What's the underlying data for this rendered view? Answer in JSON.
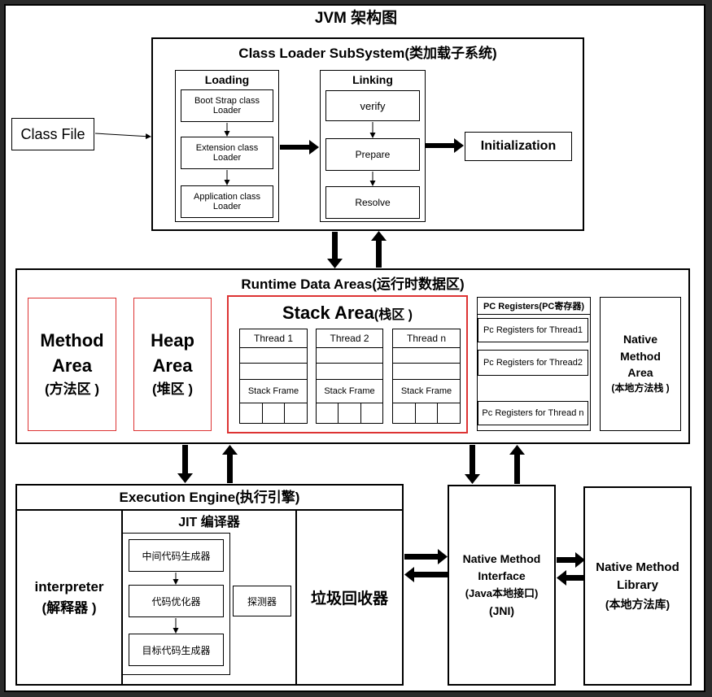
{
  "title": "JVM 架构图",
  "class_file": "Class File",
  "class_loader": {
    "title": "Class Loader SubSystem(类加载子系统)",
    "loading": {
      "title": "Loading",
      "items": [
        "Boot Strap class Loader",
        "Extension class Loader",
        "Application class Loader"
      ]
    },
    "linking": {
      "title": "Linking",
      "items": [
        "verify",
        "Prepare",
        "Resolve"
      ]
    },
    "initialization": "Initialization"
  },
  "runtime": {
    "title": "Runtime Data Areas(运行时数据区)",
    "method_area": {
      "line1": "Method",
      "line2": "Area",
      "line3": "(方法区 )"
    },
    "heap_area": {
      "line1": "Heap",
      "line2": "Area",
      "line3": "(堆区 )"
    },
    "stack_area": {
      "title": "Stack Area",
      "title_cn": "(栈区 )",
      "threads": [
        "Thread 1",
        "Thread 2",
        "Thread n"
      ],
      "frame": "Stack Frame"
    },
    "pc": {
      "title": "PC Registers(PC寄存器)",
      "items": [
        "Pc Registers for Thread1",
        "Pc Registers for Thread2",
        "Pc Registers for Thread n"
      ]
    },
    "native_stack": {
      "line1": "Native",
      "line2": "Method",
      "line3": "Area",
      "line4": "(本地方法栈 )"
    }
  },
  "execution": {
    "title": "Execution Engine(执行引擎)",
    "interpreter": {
      "line1": "interpreter",
      "line2": "(解释器 )"
    },
    "jit": {
      "title": "JIT 编译器",
      "items": [
        "中间代码生成器",
        "代码优化器",
        "目标代码生成器"
      ],
      "profiler": "探测器"
    },
    "gc": "垃圾回收器"
  },
  "jni": {
    "line1": "Native Method",
    "line2": "Interface",
    "line3": "(Java本地接口)",
    "line4": "(JNI)"
  },
  "library": {
    "line1": "Native Method",
    "line2": "Library",
    "line3": "(本地方法库)"
  }
}
